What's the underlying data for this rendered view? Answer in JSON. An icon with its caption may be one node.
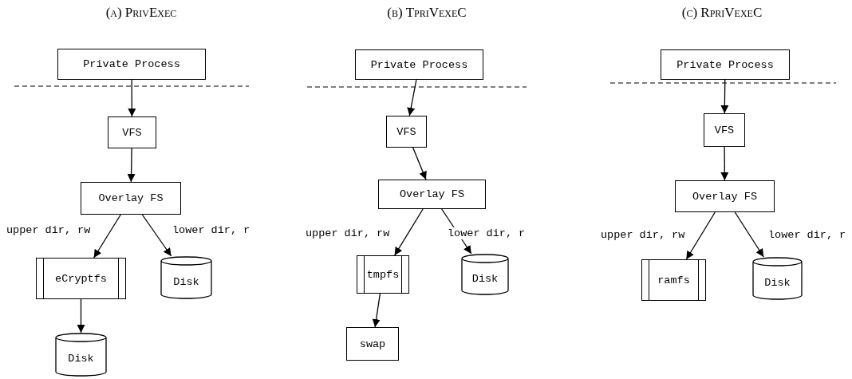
{
  "diagram": {
    "nodes": [
      {
        "text": [
          "Private Process"
        ]
      },
      {
        "text": [
          "VFS"
        ]
      },
      {
        "text": [
          "Overlay FS"
        ]
      },
      {
        "text": [
          "eCryptfs"
        ]
      },
      {
        "text": [
          "Disk"
        ]
      },
      {
        "text": [
          "Disk"
        ]
      },
      {
        "text": [
          "Private Process"
        ]
      },
      {
        "text": [
          "VFS"
        ]
      },
      {
        "text": [
          "Overlay FS"
        ]
      },
      {
        "text": [
          "tmpfs"
        ]
      },
      {
        "text": [
          "Disk"
        ]
      },
      {
        "text": [
          "swap"
        ]
      },
      {
        "text": [
          "Private Process"
        ]
      },
      {
        "text": [
          "VFS"
        ]
      },
      {
        "text": [
          "Overlay FS"
        ]
      },
      {
        "text": [
          "ramfs"
        ]
      },
      {
        "text": [
          "Disk"
        ]
      }
    ],
    "edges": [
      {
        "from": 0,
        "to": 1,
        "arrow": "to"
      },
      {
        "from": 1,
        "to": 2,
        "arrow": "to"
      },
      {
        "from": 2,
        "to": 3,
        "arrow": "to",
        "label": "upper dir, rw"
      },
      {
        "from": 2,
        "to": 4,
        "arrow": "to",
        "label": "lower dir, r"
      },
      {
        "from": 3,
        "to": 5,
        "arrow": "to"
      },
      {
        "from": 6,
        "to": 7,
        "arrow": "to"
      },
      {
        "from": 7,
        "to": 8,
        "arrow": "to"
      },
      {
        "from": 8,
        "to": 9,
        "arrow": "to",
        "label": "upper dir, rw"
      },
      {
        "from": 8,
        "to": 10,
        "arrow": "to",
        "label": "lower dir, r"
      },
      {
        "from": 9,
        "to": 11,
        "arrow": "to"
      },
      {
        "from": 12,
        "to": 13,
        "arrow": "to"
      },
      {
        "from": 13,
        "to": 14,
        "arrow": "to"
      },
      {
        "from": 14,
        "to": 15,
        "arrow": "to",
        "label": "upper dir, rw"
      },
      {
        "from": 14,
        "to": 16,
        "arrow": "to",
        "label": "lower dir, r"
      }
    ],
    "labels": [
      "(a) PrivExec",
      "(b) TpriVexeC",
      "(c) RpriVexeC"
    ]
  }
}
